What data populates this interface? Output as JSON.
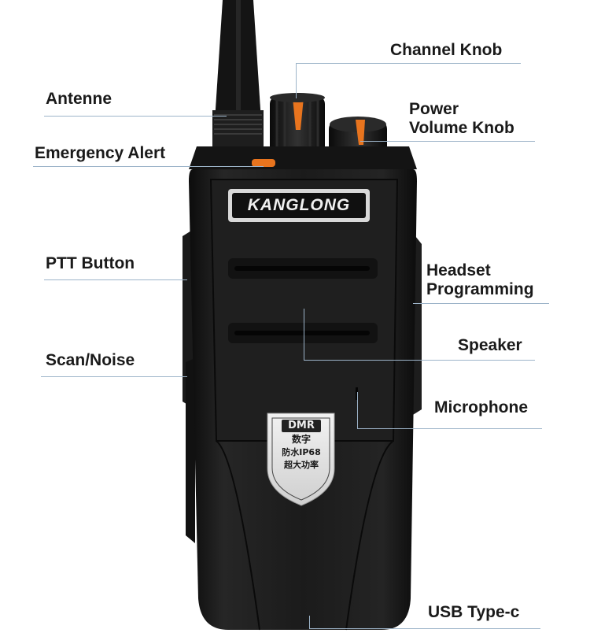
{
  "brand": "KANGLONG",
  "badge": {
    "line1": "DMR",
    "line2": "数字",
    "line3": "防水IP68",
    "line4": "超大功率"
  },
  "labels": {
    "channel_knob": "Channel Knob",
    "antenne": "Antenne",
    "power_volume_line1": "Power",
    "power_volume_line2": "Volume Knob",
    "emergency_alert": "Emergency Alert",
    "ptt_button": "PTT Button",
    "headset_line1": "Headset",
    "headset_line2": "Programming",
    "speaker": "Speaker",
    "scan_noise": "Scan/Noise",
    "microphone": "Microphone",
    "usb": "USB Type-c"
  },
  "colors": {
    "accent_orange": "#e8741e",
    "body_black": "#161616",
    "leader_line": "#9db4c9"
  }
}
